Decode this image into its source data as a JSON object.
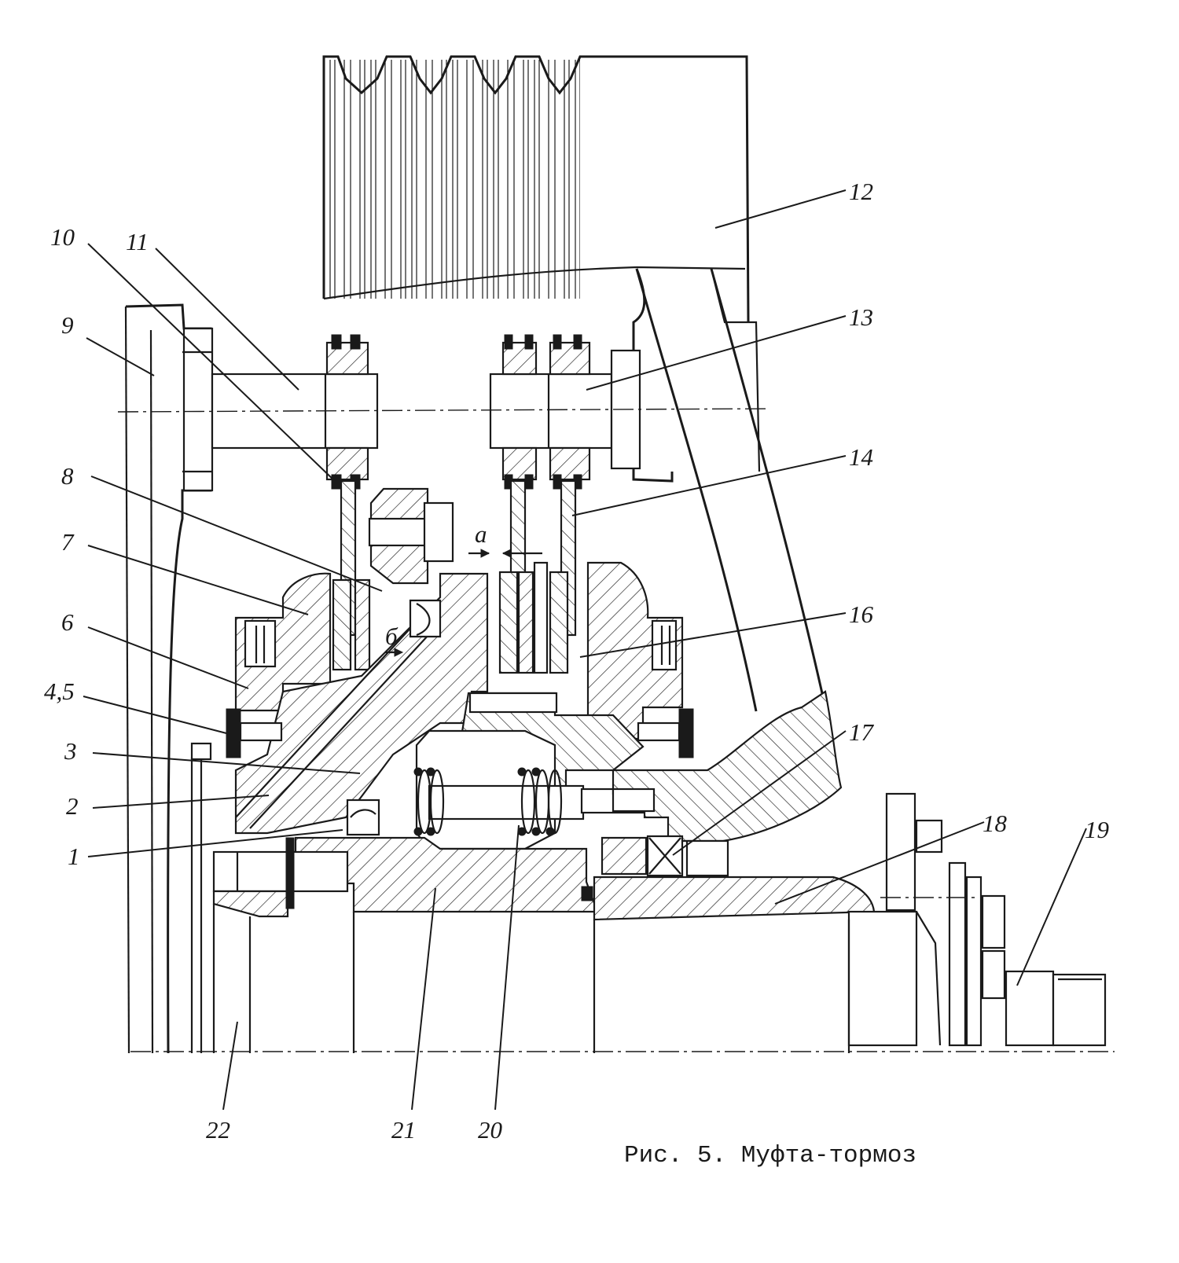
{
  "figure": {
    "caption": "Рис. 5. Муфта-тормоз"
  },
  "callouts": [
    {
      "id": "c10",
      "text": "10"
    },
    {
      "id": "c11",
      "text": "11"
    },
    {
      "id": "c9",
      "text": "9"
    },
    {
      "id": "c8",
      "text": "8"
    },
    {
      "id": "c7",
      "text": "7"
    },
    {
      "id": "c6",
      "text": "6"
    },
    {
      "id": "c45",
      "text": "4,5"
    },
    {
      "id": "c3",
      "text": "3"
    },
    {
      "id": "c2",
      "text": "2"
    },
    {
      "id": "c1",
      "text": "1"
    },
    {
      "id": "c12",
      "text": "12"
    },
    {
      "id": "c13",
      "text": "13"
    },
    {
      "id": "c14",
      "text": "14"
    },
    {
      "id": "c16",
      "text": "16"
    },
    {
      "id": "c17",
      "text": "17"
    },
    {
      "id": "c18",
      "text": "18"
    },
    {
      "id": "c19",
      "text": "19"
    },
    {
      "id": "c22",
      "text": "22"
    },
    {
      "id": "c21",
      "text": "21"
    },
    {
      "id": "c20",
      "text": "20"
    }
  ],
  "gap_labels": {
    "a": "a",
    "b": "б"
  }
}
